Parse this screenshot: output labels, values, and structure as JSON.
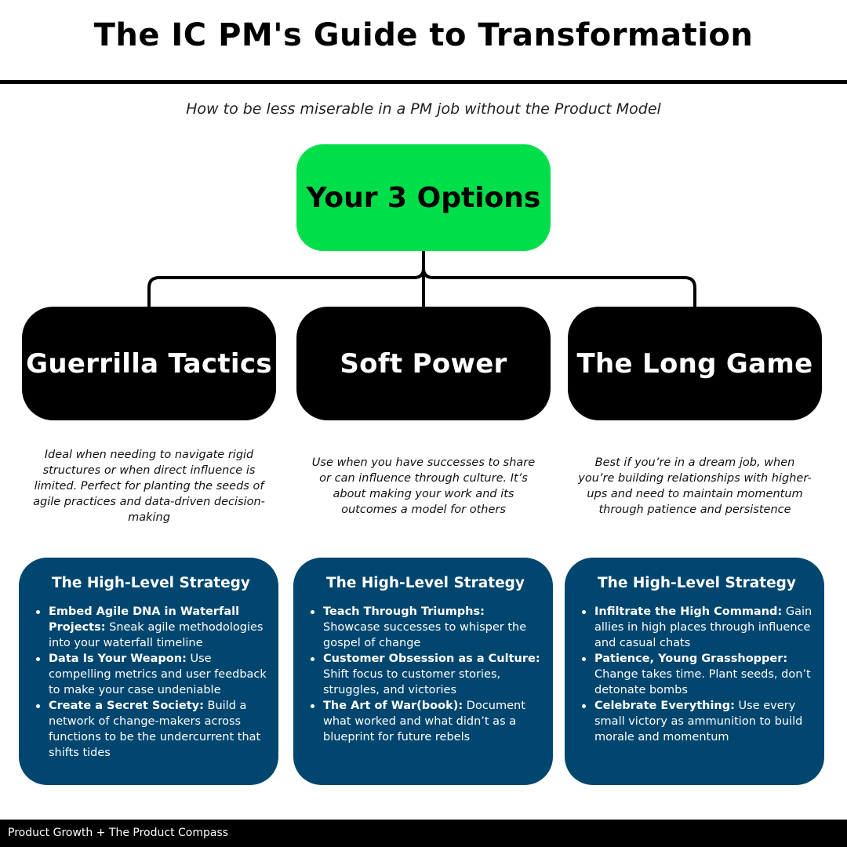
{
  "header": {
    "title": "The IC PM's Guide to Transformation",
    "subtitle": "How to be less miserable in a PM job without the Product Model"
  },
  "root": {
    "label": "Your 3 Options",
    "color": "#00de4a"
  },
  "options": [
    {
      "label": "Guerrilla Tactics",
      "description": "Ideal when needing to navigate rigid structures or when direct influence is limited. Perfect for planting the seeds of agile practices and data-driven decision-making",
      "strategy": {
        "heading": "The High-Level Strategy",
        "items": [
          {
            "bold": "Embed Agile DNA in Waterfall Projects:",
            "text": " Sneak agile methodologies into your waterfall timeline"
          },
          {
            "bold": "Data Is Your Weapon:",
            "text": " Use compelling metrics and user feedback to make your case undeniable"
          },
          {
            "bold": "Create a Secret Society:",
            "text": " Build a network of change-makers across functions to be the undercurrent that shifts tides"
          }
        ]
      }
    },
    {
      "label": "Soft Power",
      "description": "Use when you have successes to share or can influence through culture. It’s about making your work and its outcomes a model for others",
      "strategy": {
        "heading": "The High-Level Strategy",
        "items": [
          {
            "bold": "Teach Through Triumphs:",
            "text": " Showcase successes to whisper the gospel of change"
          },
          {
            "bold": "Customer Obsession as a Culture:",
            "text": " Shift focus to customer stories, struggles, and victories"
          },
          {
            "bold": "The Art of War(book):",
            "text": " Document what worked and what didn’t as a blueprint for future rebels"
          }
        ]
      }
    },
    {
      "label": "The Long Game",
      "description": "Best if you’re in a dream job, when you’re building relationships with higher-ups and need to maintain momentum through patience and persistence",
      "strategy": {
        "heading": "The High-Level Strategy",
        "items": [
          {
            "bold": "Infiltrate the High Command:",
            "text": " Gain allies in high places through influence and casual chats"
          },
          {
            "bold": "Patience, Young Grasshopper:",
            "text": " Change takes time. Plant seeds, don’t detonate bombs"
          },
          {
            "bold": "Celebrate Everything:",
            "text": " Use every small victory as ammunition to build morale and momentum"
          }
        ]
      }
    }
  ],
  "footer": {
    "text": "Product Growth + The Product Compass"
  },
  "colors": {
    "option_box": "#000000",
    "strategy_box": "#00466f",
    "accent": "#00de4a"
  }
}
